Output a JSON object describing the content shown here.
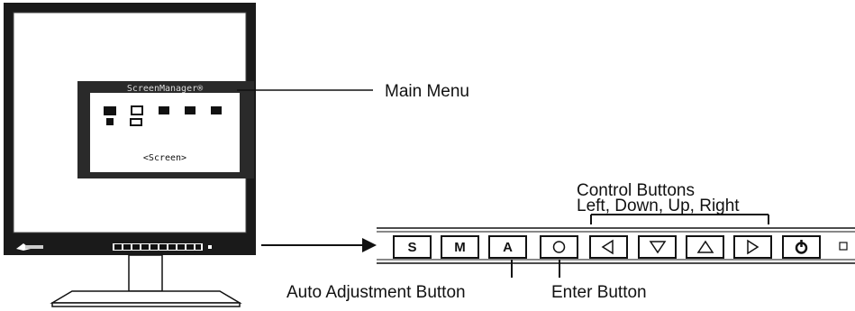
{
  "labels": {
    "main_menu": "Main Menu",
    "control_buttons": "Control Buttons",
    "control_buttons_sub": "Left, Down, Up, Right",
    "auto_adjustment": "Auto Adjustment Button",
    "enter_button": "Enter Button"
  },
  "osd": {
    "title": "ScreenManager®",
    "selection": "<Screen>"
  },
  "buttons": [
    {
      "name": "s-button",
      "label": "S"
    },
    {
      "name": "m-button",
      "label": "M"
    },
    {
      "name": "a-button",
      "label": "A"
    },
    {
      "name": "enter-circle-button",
      "icon": "circle-icon"
    },
    {
      "name": "left-button",
      "icon": "triangle-left-icon"
    },
    {
      "name": "down-button",
      "icon": "triangle-down-icon"
    },
    {
      "name": "up-button",
      "icon": "triangle-up-icon"
    },
    {
      "name": "right-button",
      "icon": "triangle-right-icon"
    },
    {
      "name": "power-button",
      "icon": "power-icon"
    }
  ],
  "colors": {
    "line": "#111111",
    "screen": "#ffffff",
    "bezel": "#222222",
    "osd_bg": "#2a2a2a"
  }
}
